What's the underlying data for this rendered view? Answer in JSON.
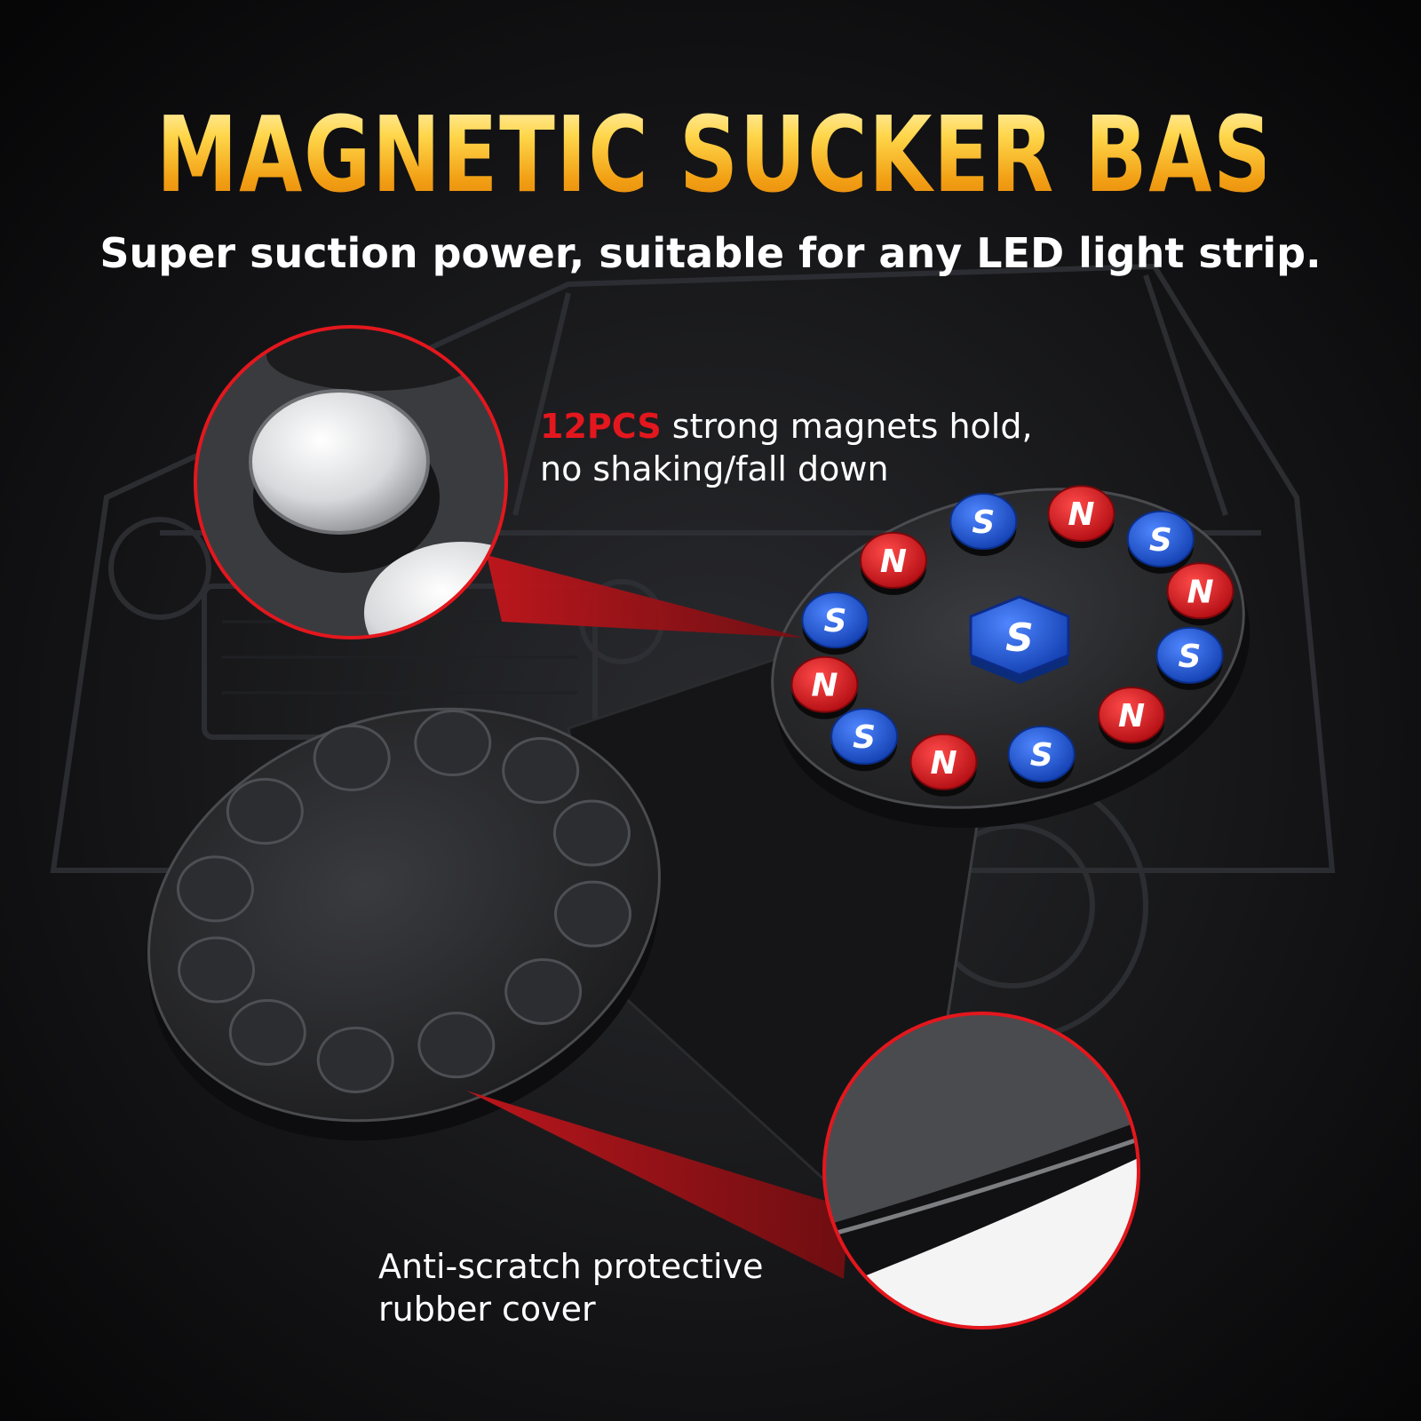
{
  "header": {
    "title": "MAGNETIC SUCKER BASE",
    "subtitle": "Super suction power, suitable for any LED light strip."
  },
  "callouts": {
    "magnets": {
      "highlight": "12PCS",
      "line1_rest": " strong magnets hold,",
      "line2": "no shaking/fall down"
    },
    "rubber": {
      "line1": "Anti-scratch protective",
      "line2": "rubber cover"
    }
  },
  "magnet_plate": {
    "center_label": "S",
    "ring_labels": [
      "S",
      "N",
      "S",
      "N",
      "S",
      "N",
      "S",
      "N",
      "S",
      "N",
      "S",
      "N"
    ]
  },
  "colors": {
    "title_gold": "#f7b21d",
    "accent_red": "#e3171d",
    "pole_north": "#e0151b",
    "pole_south": "#1b52d8"
  }
}
